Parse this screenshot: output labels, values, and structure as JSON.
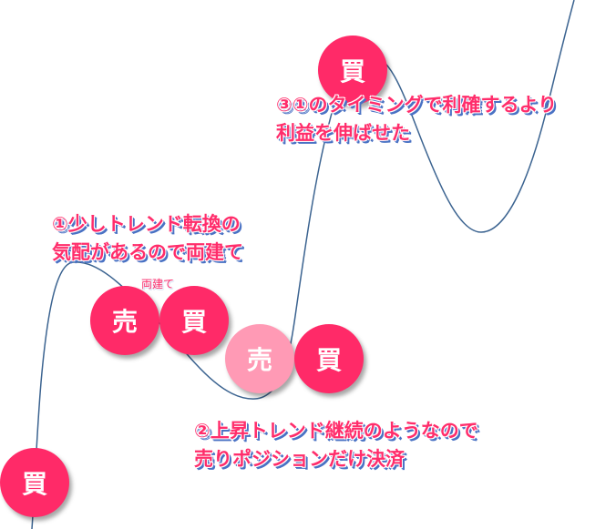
{
  "colors": {
    "curve": "#3b6390",
    "circle": "#ff2a68",
    "circle_faded": "#ff9ab5",
    "text": "#ff2d6b",
    "text_shadow": "#4a72c4"
  },
  "markers": [
    {
      "label": "買",
      "state": "active"
    },
    {
      "label": "売",
      "state": "active"
    },
    {
      "label": "買",
      "state": "active"
    },
    {
      "label": "売",
      "state": "closed"
    },
    {
      "label": "買",
      "state": "active"
    },
    {
      "label": "買",
      "state": "active"
    }
  ],
  "notes": {
    "note1": {
      "line1": "①少しトレンド転換の",
      "line2": "気配があるので両建て"
    },
    "hedge_label": "両建て",
    "note2": {
      "line1": "②上昇トレンド継続のようなので",
      "line2": "売りポジションだけ決済"
    },
    "note3": {
      "line1": "③①のタイミングで利確するより",
      "line2": "利益を伸ばせた"
    }
  }
}
